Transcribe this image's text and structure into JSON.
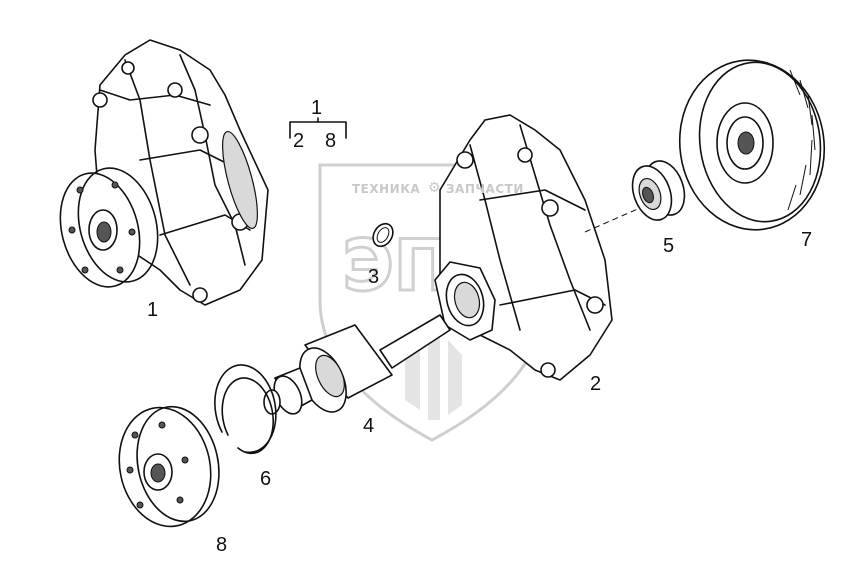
{
  "watermark": {
    "left_word": "ТЕХНИКА",
    "right_word": "ЗАПЧАСТИ",
    "logo": "ЭПФ"
  },
  "callouts": {
    "assembly_top": "1",
    "assembly_sub_left": "2",
    "assembly_sub_right": "8"
  },
  "labels": {
    "pump_assembly": "1",
    "housing": "2",
    "ring": "3",
    "shaft_bearing": "4",
    "seal": "5",
    "snap_ring": "6",
    "impeller": "7",
    "hub": "8"
  }
}
